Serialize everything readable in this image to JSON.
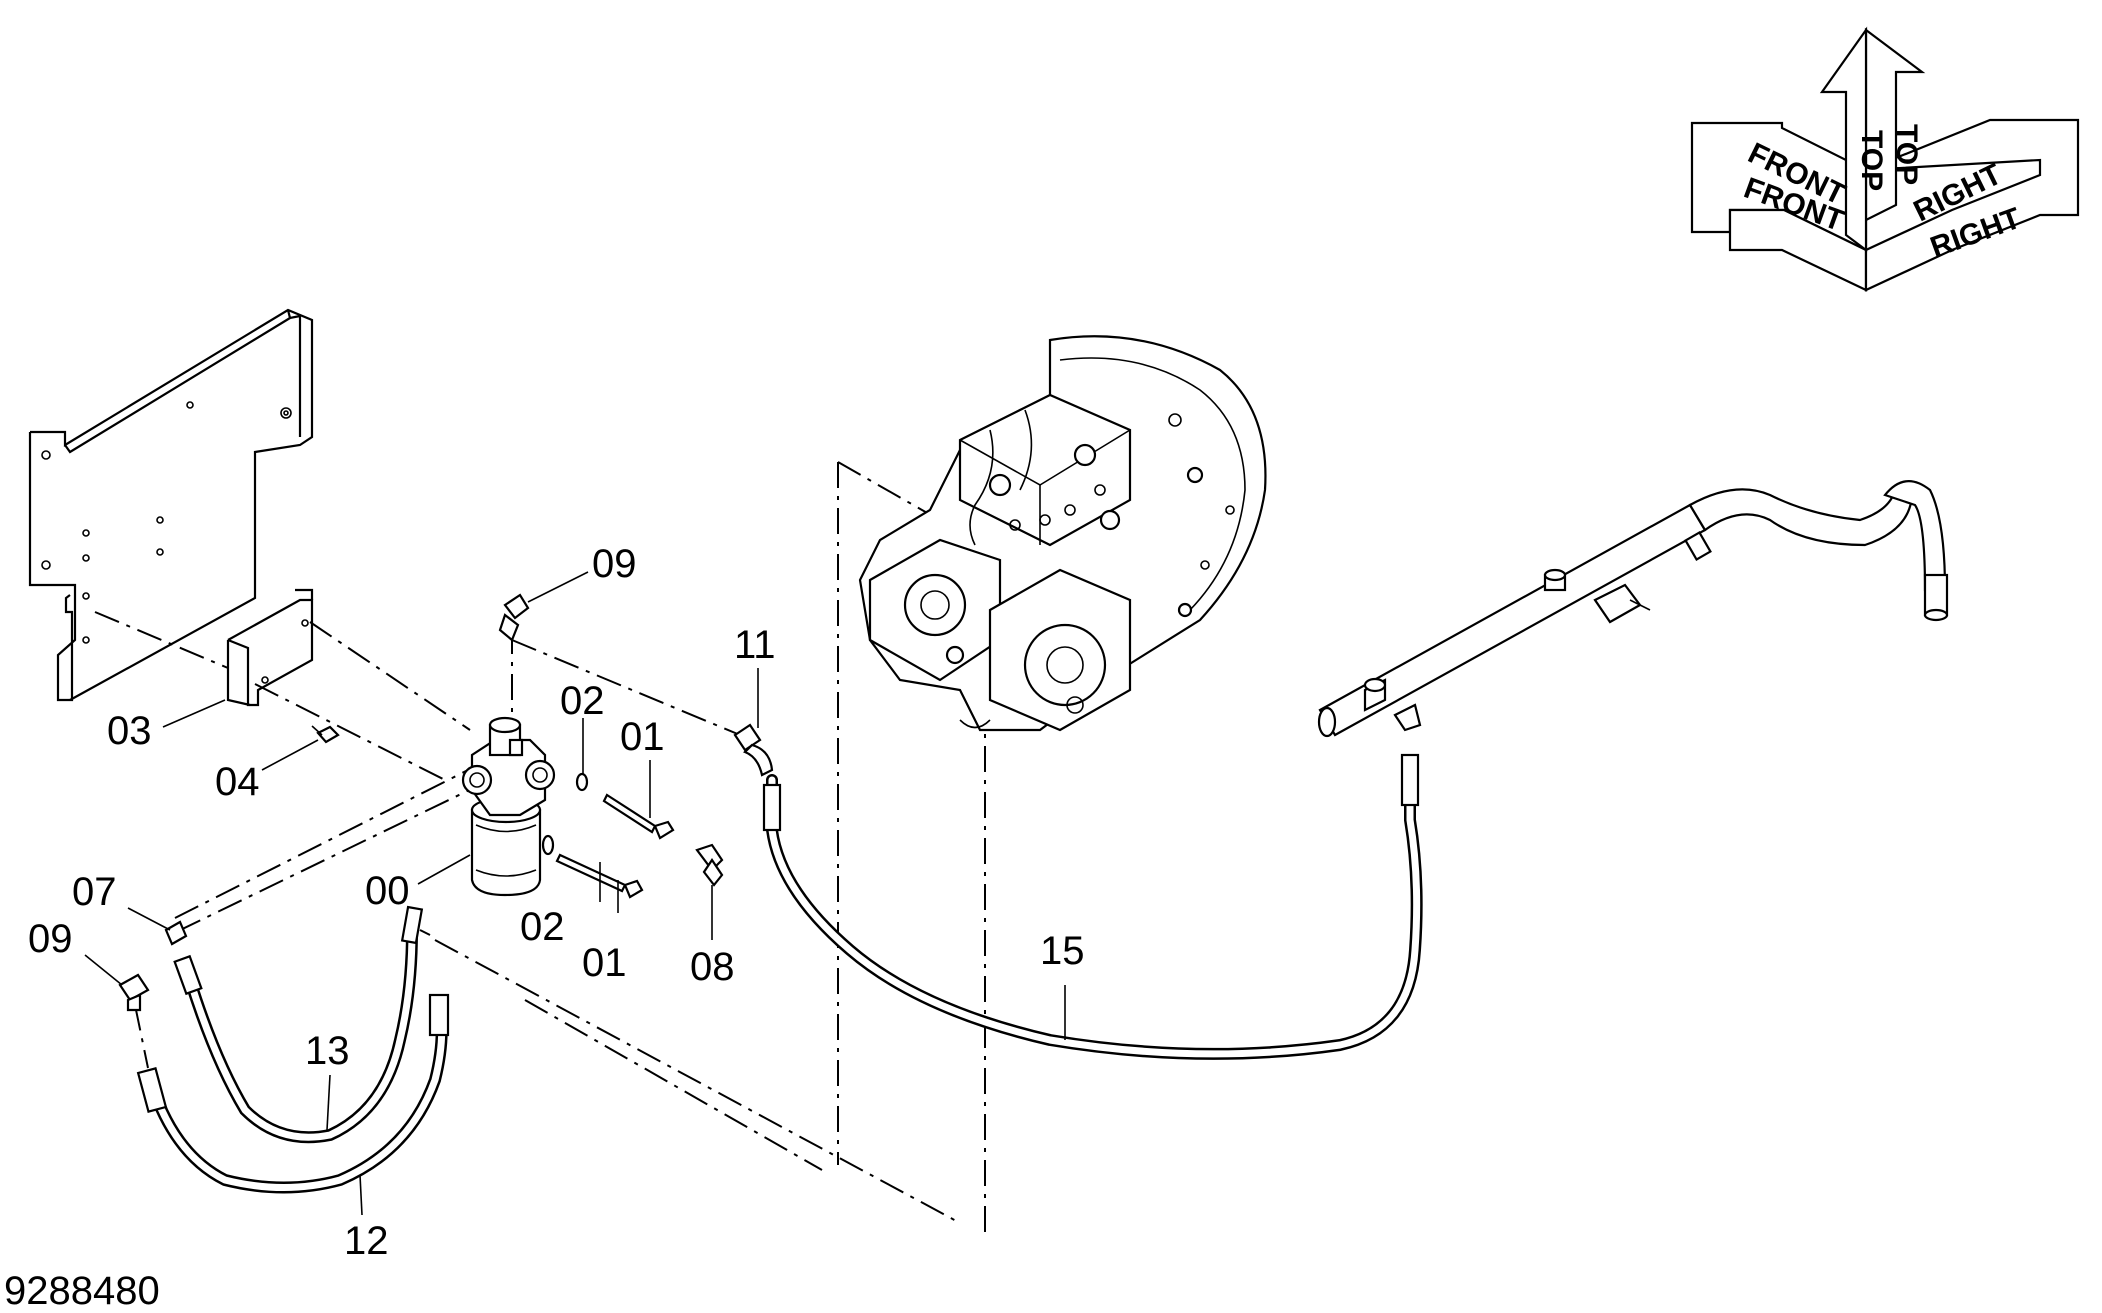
{
  "drawing_number": "9288480",
  "orientation_indicator": {
    "front": "FRONT",
    "top": "TOP",
    "right": "RIGHT"
  },
  "callouts": {
    "c00": "00",
    "c01a": "01",
    "c01b": "01",
    "c02a": "02",
    "c02b": "02",
    "c03": "03",
    "c04": "04",
    "c07": "07",
    "c08": "08",
    "c09a": "09",
    "c09b": "09",
    "c11": "11",
    "c12": "12",
    "c13": "13",
    "c15": "15"
  }
}
